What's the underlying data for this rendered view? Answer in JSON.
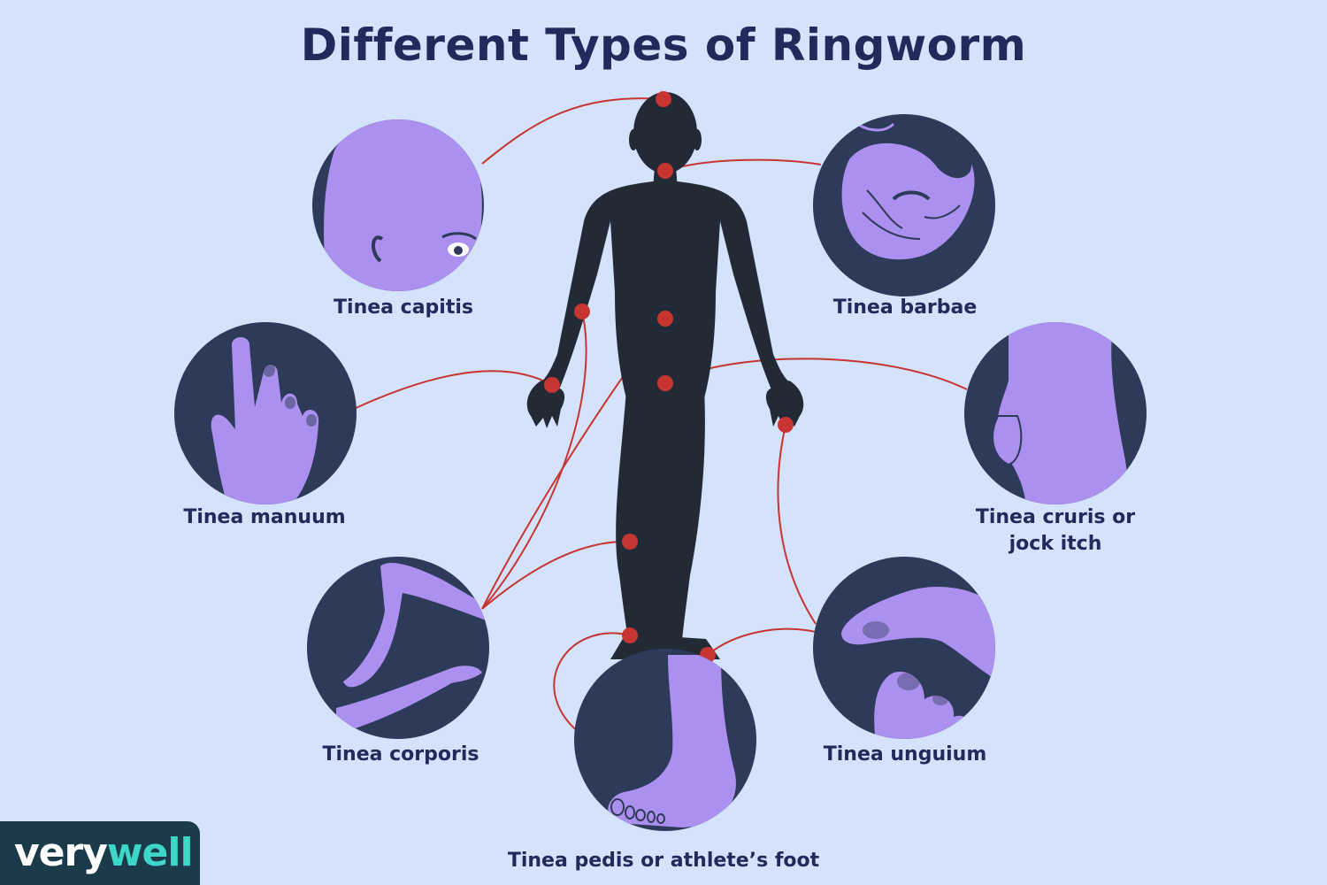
{
  "title": "Different Types of Ringworm",
  "labels": {
    "capitis": "Tinea capitis",
    "barbae": "Tinea barbae",
    "manuum": "Tinea manuum",
    "cruris_1": "Tinea cruris or",
    "cruris_2": "jock itch",
    "corporis": "Tinea corporis",
    "unguium": "Tinea unguium",
    "pedis": "Tinea pedis or athlete’s foot"
  },
  "brand": {
    "part1": "very",
    "part2": "well"
  },
  "colors": {
    "background": "#d5e2fb",
    "circle": "#2e3a59",
    "skin": "#ab90ef",
    "silhouette": "#222a36",
    "marker": "#c73532",
    "title": "#222a5c",
    "brand_bg": "#1c3b4a",
    "brand_accent": "#3ed6c6"
  }
}
